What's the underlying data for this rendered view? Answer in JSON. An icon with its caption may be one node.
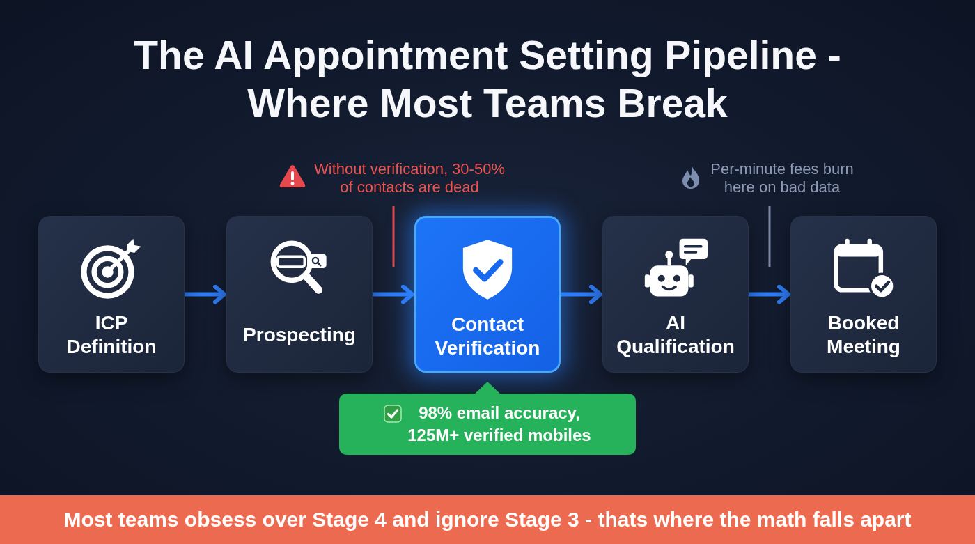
{
  "diagram": {
    "title": "The AI Appointment Setting Pipeline - Where Most Teams Break",
    "nodes": [
      {
        "text": [
          "Without verification, 30-50% of contacts are dead"
        ]
      },
      {
        "text": [
          "Per-minute fees burn here on bad data"
        ]
      },
      {
        "text": [
          "ICP Definition"
        ]
      },
      {
        "text": [
          "Prospecting"
        ]
      },
      {
        "text": [
          "Contact Verification"
        ]
      },
      {
        "text": [
          "AI Qualification"
        ]
      },
      {
        "text": [
          "Booked Meeting"
        ]
      },
      {
        "text": [
          "98% email accuracy, 125M+ verified mobiles"
        ]
      },
      {
        "text": [
          "Most teams obsess over Stage 4 and ignore Stage 3 - thats where the math falls apart"
        ]
      }
    ],
    "edges": [
      {
        "from": 2,
        "to": 3,
        "arrow": "to"
      },
      {
        "from": 3,
        "to": 4,
        "arrow": "to"
      },
      {
        "from": 4,
        "to": 5,
        "arrow": "to"
      },
      {
        "from": 5,
        "to": 6,
        "arrow": "to"
      },
      {
        "from": 0,
        "to": null,
        "arrow": "none",
        "color": "#e5484d"
      },
      {
        "from": 1,
        "to": null,
        "arrow": "none",
        "color": "#7d8aa6"
      }
    ]
  }
}
